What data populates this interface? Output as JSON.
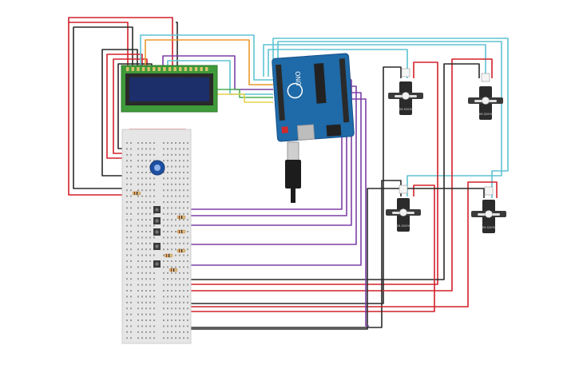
{
  "canvas": {
    "background": "#ffffff"
  },
  "colors": {
    "wire_red": "#d4202a",
    "wire_black": "#2a2a2a",
    "wire_cyan": "#5ec3d2",
    "wire_orange": "#e89a2c",
    "wire_green": "#4caf50",
    "wire_yellow": "#e8d24a",
    "wire_purple": "#7b3fa6",
    "lcd_pcb": "#3f9a3a",
    "lcd_screen": "#1c2f6b",
    "arduino_pcb": "#1f6aa8",
    "breadboard": "#e6e6e6",
    "servo_body": "#2b2b2b"
  },
  "components": {
    "lcd": {
      "name": "16x2 LCD display",
      "pins": 16
    },
    "arduino": {
      "name": "Arduino Uno",
      "logo_text": "UNO",
      "usb_cable": true
    },
    "breadboard": {
      "name": "Breadboard"
    },
    "potentiometer": {
      "name": "Potentiometer"
    },
    "pushbuttons": {
      "count": 5
    },
    "resistors": {
      "count": 6
    },
    "servos": [
      {
        "id": "servo-1",
        "label": "SM-S2090"
      },
      {
        "id": "servo-2",
        "label": "SM-S2090"
      },
      {
        "id": "servo-3",
        "label": "SM-S2090"
      },
      {
        "id": "servo-4",
        "label": "SM-S2090"
      }
    ]
  }
}
